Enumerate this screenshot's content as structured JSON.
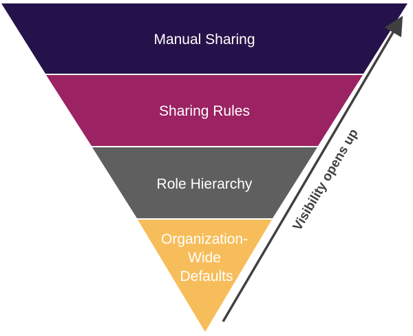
{
  "diagram": {
    "layers": [
      {
        "lines": [
          "Manual Sharing"
        ],
        "color": "#26124a"
      },
      {
        "lines": [
          "Sharing Rules"
        ],
        "color": "#9b2263"
      },
      {
        "lines": [
          "Role Hierarchy"
        ],
        "color": "#5f5f5f"
      },
      {
        "lines": [
          "Organization-",
          "Wide",
          "Defaults"
        ],
        "color": "#f7bd5b"
      }
    ],
    "arrow": {
      "label": "Visibility opens up",
      "color": "#404040"
    }
  }
}
